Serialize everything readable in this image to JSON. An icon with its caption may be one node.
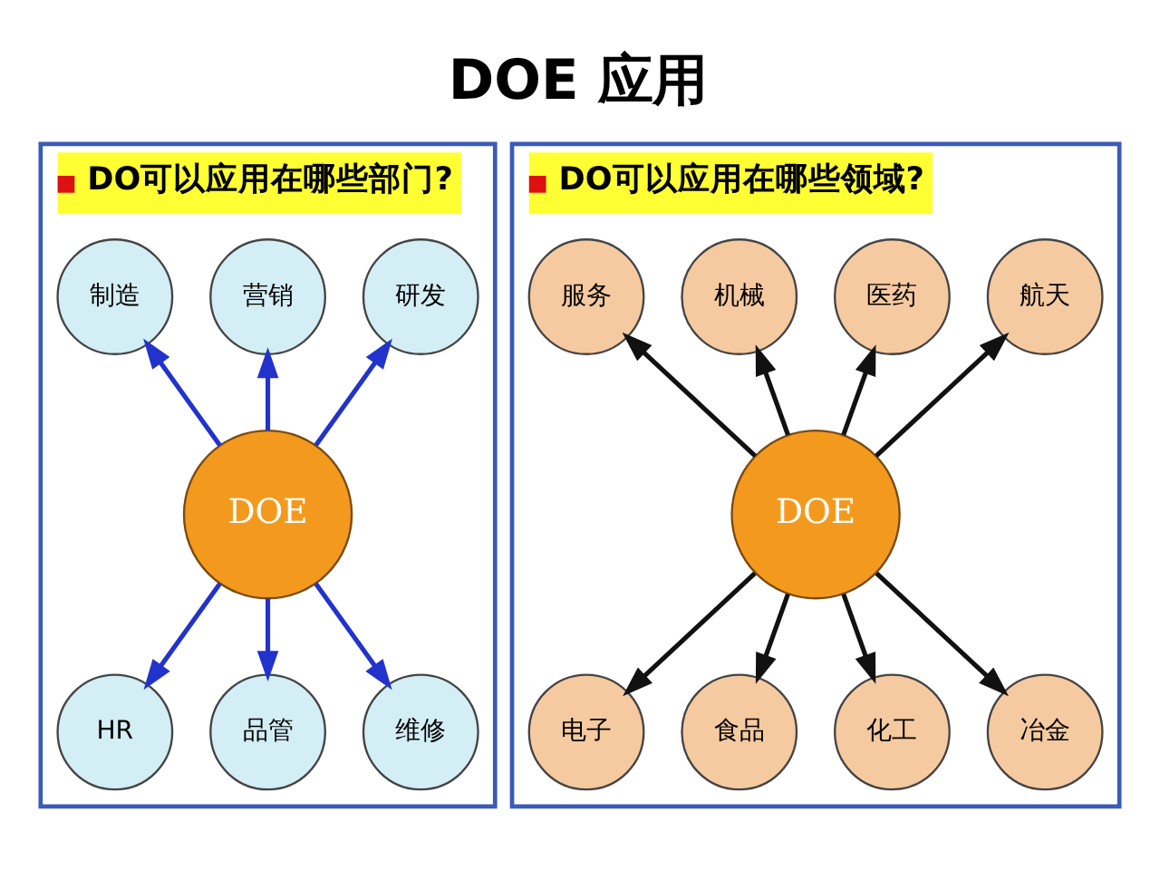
{
  "diagram": {
    "title": "DOE 应用",
    "nodes": [
      {
        "text": [
          "DO可以应用在哪些部门?"
        ]
      },
      {
        "text": [
          "DOE"
        ],
        "in": 0
      },
      {
        "text": [
          "研发"
        ],
        "in": 0
      },
      {
        "text": [
          "营销"
        ],
        "in": 0
      },
      {
        "text": [
          "制造"
        ],
        "in": 0
      },
      {
        "text": [
          "HR"
        ],
        "in": 0
      },
      {
        "text": [
          "品管"
        ],
        "in": 0
      },
      {
        "text": [
          "维修"
        ],
        "in": 0
      },
      {
        "text": [
          "DO可以应用在哪些领域?"
        ]
      },
      {
        "text": [
          "DOE"
        ],
        "in": 8
      },
      {
        "text": [
          "航天"
        ],
        "in": 8
      },
      {
        "text": [
          "医药"
        ],
        "in": 8
      },
      {
        "text": [
          "机械"
        ],
        "in": 8
      },
      {
        "text": [
          "服务"
        ],
        "in": 8
      },
      {
        "text": [
          "电子"
        ],
        "in": 8
      },
      {
        "text": [
          "食品"
        ],
        "in": 8
      },
      {
        "text": [
          "化工"
        ],
        "in": 8
      },
      {
        "text": [
          "冶金"
        ],
        "in": 8
      }
    ],
    "edges": [
      {
        "from": 1,
        "to": 2,
        "arrow": "to",
        "color": "#2233cc"
      },
      {
        "from": 1,
        "to": 3,
        "arrow": "to",
        "color": "#2233cc"
      },
      {
        "from": 1,
        "to": 4,
        "arrow": "to",
        "color": "#2233cc"
      },
      {
        "from": 1,
        "to": 5,
        "arrow": "to",
        "color": "#2233cc"
      },
      {
        "from": 1,
        "to": 6,
        "arrow": "to",
        "color": "#2233cc"
      },
      {
        "from": 1,
        "to": 7,
        "arrow": "to",
        "color": "#2233cc"
      },
      {
        "from": 9,
        "to": 10,
        "arrow": "to"
      },
      {
        "from": 9,
        "to": 11,
        "arrow": "to"
      },
      {
        "from": 9,
        "to": 12,
        "arrow": "to"
      },
      {
        "from": 9,
        "to": 13,
        "arrow": "to"
      },
      {
        "from": 9,
        "to": 14,
        "arrow": "to"
      },
      {
        "from": 9,
        "to": 15,
        "arrow": "to"
      },
      {
        "from": 9,
        "to": 16,
        "arrow": "to"
      },
      {
        "from": 9,
        "to": 17,
        "arrow": "to"
      }
    ]
  }
}
